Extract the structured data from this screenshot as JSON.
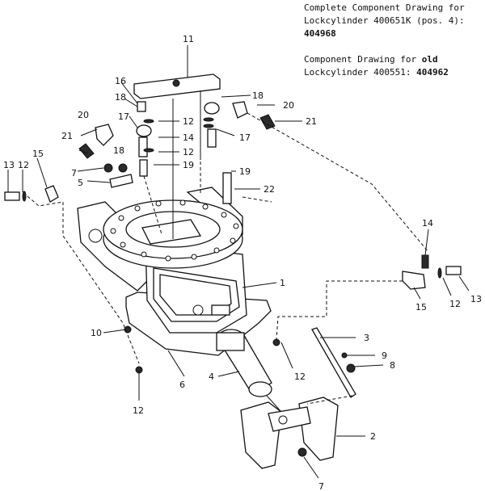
{
  "notes": {
    "line1": "Complete Component Drawing for",
    "line2": "Lockcylinder 400651K (pos. 4):",
    "line3": "404968",
    "line4_a": "Component Drawing for ",
    "line4_b": "old",
    "line5_a": "Lockcylinder 400551: ",
    "line5_b": "404962"
  },
  "callouts": [
    {
      "id": "c11",
      "text": "11"
    },
    {
      "id": "c16",
      "text": "16"
    },
    {
      "id": "c18a",
      "text": "18"
    },
    {
      "id": "c18b",
      "text": "18"
    },
    {
      "id": "c18c",
      "text": "18"
    },
    {
      "id": "c20a",
      "text": "20"
    },
    {
      "id": "c20b",
      "text": "20"
    },
    {
      "id": "c17a",
      "text": "17"
    },
    {
      "id": "c17b",
      "text": "17"
    },
    {
      "id": "c12a",
      "text": "12"
    },
    {
      "id": "c12b",
      "text": "12"
    },
    {
      "id": "c14a",
      "text": "14"
    },
    {
      "id": "c21a",
      "text": "21"
    },
    {
      "id": "c21b",
      "text": "21"
    },
    {
      "id": "c19a",
      "text": "19"
    },
    {
      "id": "c19b",
      "text": "19"
    },
    {
      "id": "c15a",
      "text": "15"
    },
    {
      "id": "c13a",
      "text": "13"
    },
    {
      "id": "c12c",
      "text": "12"
    },
    {
      "id": "c7a",
      "text": "7"
    },
    {
      "id": "c5",
      "text": "5"
    },
    {
      "id": "c22",
      "text": "22"
    },
    {
      "id": "c14b",
      "text": "14"
    },
    {
      "id": "c1",
      "text": "1"
    },
    {
      "id": "c15b",
      "text": "15"
    },
    {
      "id": "c12d",
      "text": "12"
    },
    {
      "id": "c13b",
      "text": "13"
    },
    {
      "id": "c10",
      "text": "10"
    },
    {
      "id": "c3",
      "text": "3"
    },
    {
      "id": "c9",
      "text": "9"
    },
    {
      "id": "c8",
      "text": "8"
    },
    {
      "id": "c12e",
      "text": "12"
    },
    {
      "id": "c4",
      "text": "4"
    },
    {
      "id": "c6",
      "text": "6"
    },
    {
      "id": "c12f",
      "text": "12"
    },
    {
      "id": "c2",
      "text": "2"
    },
    {
      "id": "c7b",
      "text": "7"
    }
  ]
}
